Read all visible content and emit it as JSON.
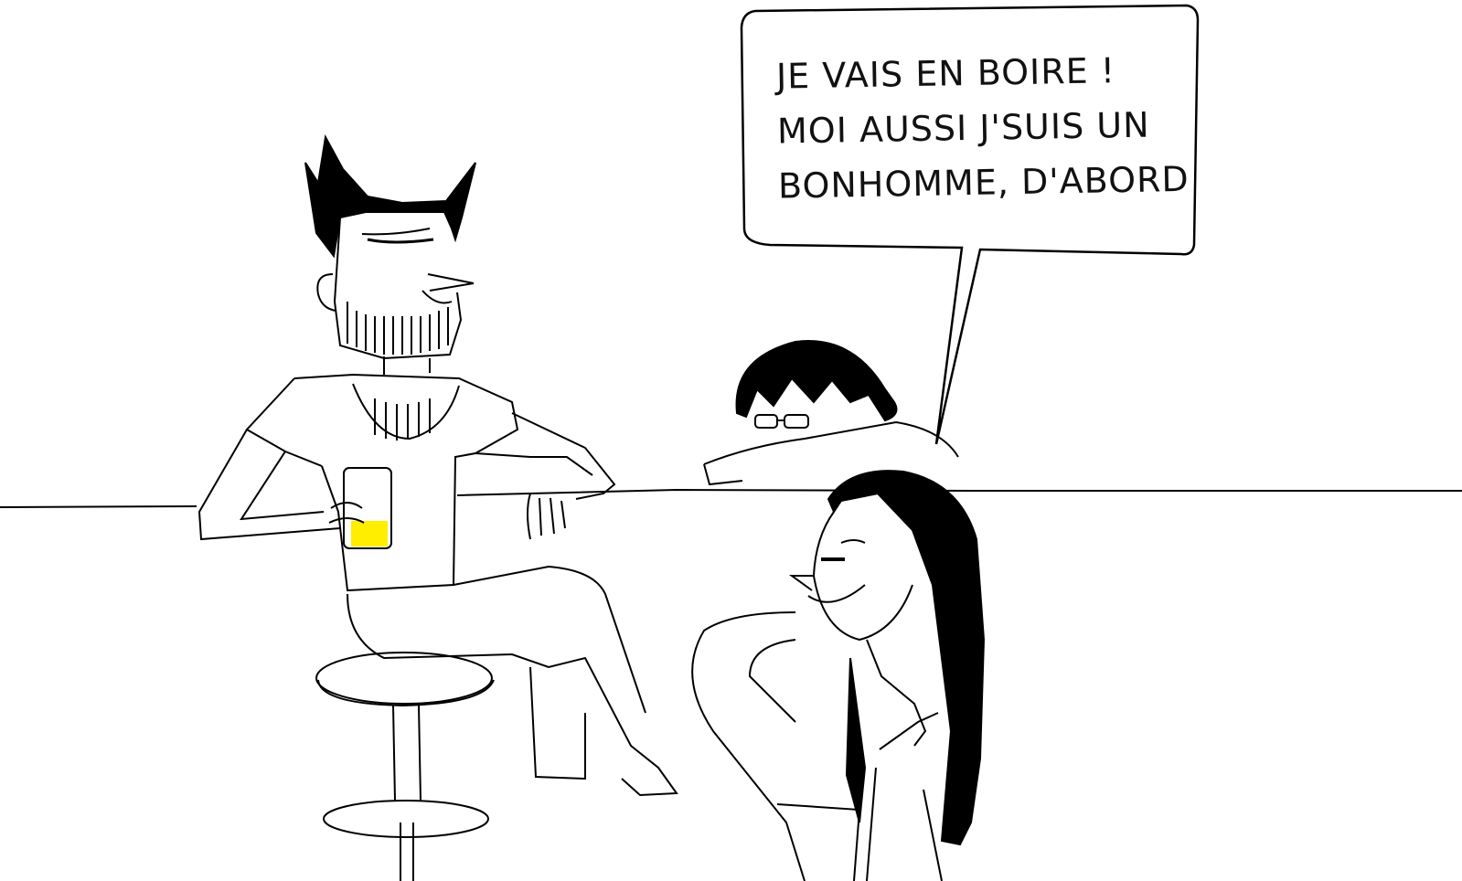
{
  "speech_bubble": {
    "lines": [
      "JE VAIS EN BOIRE !",
      "MOI AUSSI J'SUIS UN",
      "BONHOMME, D'ABORD"
    ]
  },
  "colors": {
    "ink": "#000000",
    "paper": "#ffffff",
    "drink": "#ffee00"
  }
}
